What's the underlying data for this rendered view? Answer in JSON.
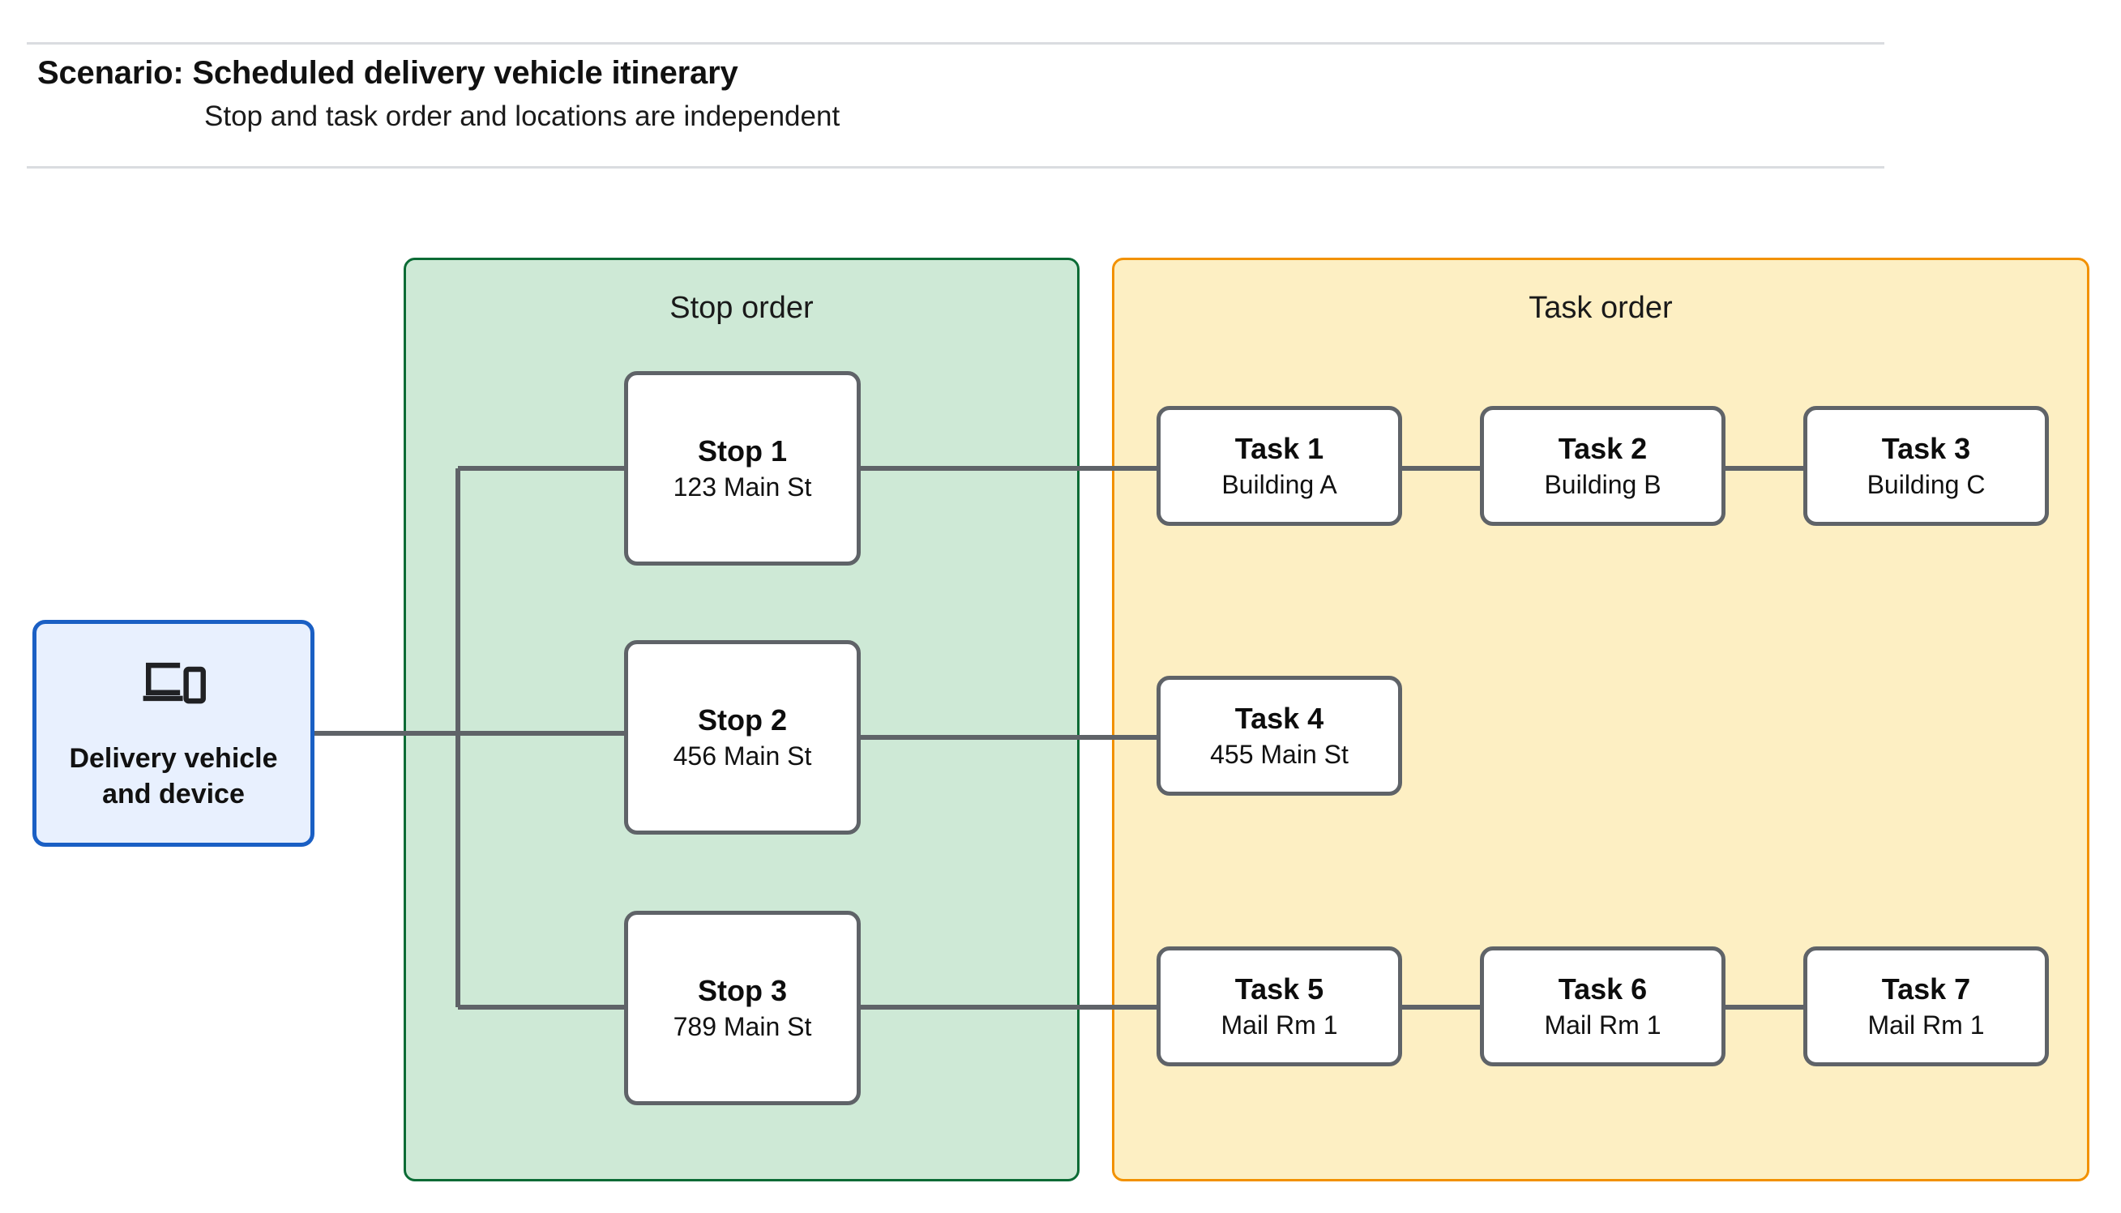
{
  "header": {
    "title": "Scenario: Scheduled delivery vehicle itinerary",
    "subtitle": "Stop and task order and locations are independent"
  },
  "vehicle": {
    "label": "Delivery vehicle\nand device",
    "icon": "devices-icon",
    "border_color": "#1a5fc4",
    "fill_color": "#e8f0fe"
  },
  "stop_panel": {
    "title": "Stop order",
    "fill_color": "#cee9d6",
    "border_color": "#0b6b35",
    "stops": [
      {
        "title": "Stop 1",
        "location": "123 Main St"
      },
      {
        "title": "Stop 2",
        "location": "456 Main St"
      },
      {
        "title": "Stop 3",
        "location": "789 Main St"
      }
    ]
  },
  "task_panel": {
    "title": "Task order",
    "fill_color": "#fdefc3",
    "border_color": "#f29100",
    "rows": [
      {
        "tasks": [
          {
            "title": "Task 1",
            "location": "Building A"
          },
          {
            "title": "Task 2",
            "location": "Building B"
          },
          {
            "title": "Task 3",
            "location": "Building C"
          }
        ]
      },
      {
        "tasks": [
          {
            "title": "Task 4",
            "location": "455 Main St"
          }
        ]
      },
      {
        "tasks": [
          {
            "title": "Task 5",
            "location": "Mail Rm 1"
          },
          {
            "title": "Task 6",
            "location": "Mail Rm 1"
          },
          {
            "title": "Task 7",
            "location": "Mail Rm 1"
          }
        ]
      }
    ]
  },
  "connectors": {
    "stroke_color": "#5f6368",
    "rule_color": "#dadce0"
  }
}
